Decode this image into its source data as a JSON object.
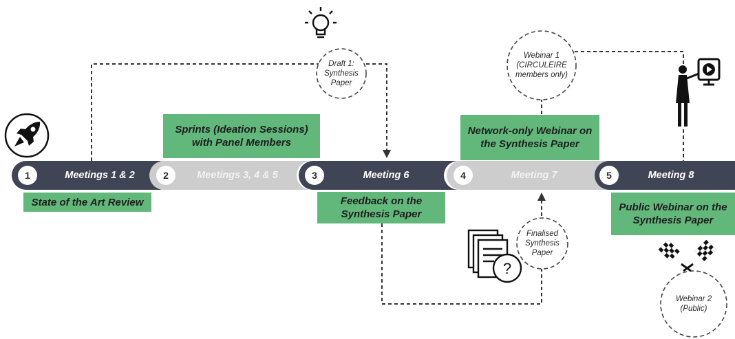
{
  "meetings": [
    {
      "num": "1",
      "label": "Meetings 1 & 2",
      "theme": "dark"
    },
    {
      "num": "2",
      "label": "Meetings 3, 4 & 5",
      "theme": "light"
    },
    {
      "num": "3",
      "label": "Meeting 6",
      "theme": "dark"
    },
    {
      "num": "4",
      "label": "Meeting 7",
      "theme": "light"
    },
    {
      "num": "5",
      "label": "Meeting 8",
      "theme": "dark"
    }
  ],
  "activities": {
    "state_of_art": "State of the Art Review",
    "sprints": "Sprints (Ideation Sessions) with Panel Members",
    "feedback": "Feedback on the Synthesis Paper",
    "network_webinar": "Network-only Webinar on the Synthesis Paper",
    "public_webinar": "Public Webinar on the Synthesis Paper"
  },
  "milestones": {
    "draft": "Draft 1: Synthesis Paper",
    "webinar1": "Webinar 1 (CIRCULEIRE members only)",
    "finalised": "Finalised Synthesis Paper",
    "webinar2": "Webinar 2 (Public)"
  },
  "colors": {
    "dark_bar": "#404555",
    "light_bar": "#cdcdcd",
    "green_box": "#62b77b",
    "dash_line": "#333333"
  },
  "icons": [
    "rocket-icon",
    "lightbulb-icon",
    "document-question-icon",
    "presenter-icon",
    "checkered-flags-icon"
  ]
}
